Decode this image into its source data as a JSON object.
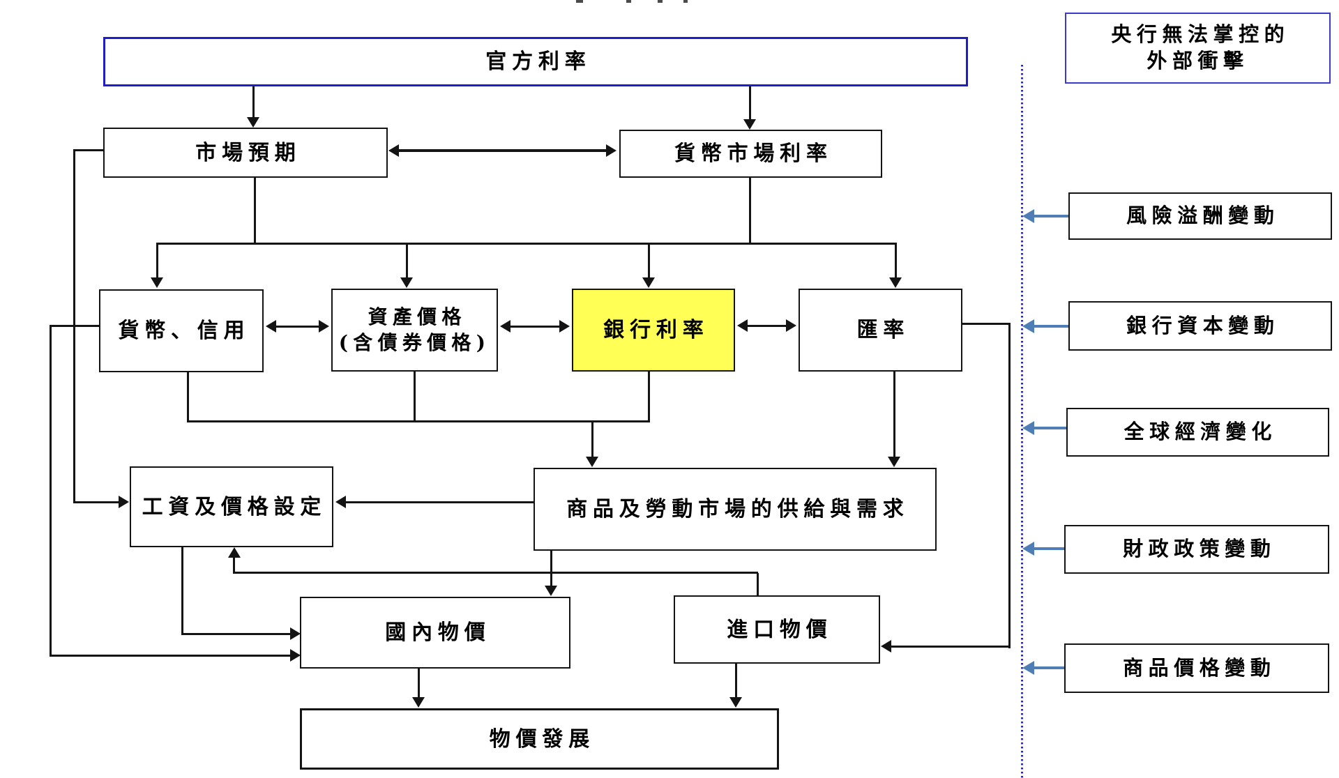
{
  "colors": {
    "line": "#141414",
    "official_rate_border": "#1d1dc9",
    "shocks_header_border": "#3a3acc",
    "highlight_fill": "#ffff55",
    "shock_arrow": "#4f7db5",
    "dotted_line": "#2b2bbf"
  },
  "diagram": {
    "nodes": {
      "official_rate": {
        "label": "官方利率"
      },
      "market_expectations": {
        "label": "市場預期"
      },
      "money_market_rate": {
        "label": "貨幣市場利率"
      },
      "money_credit": {
        "label": "貨幣、信用"
      },
      "asset_prices": {
        "label": "資產價格\n(含債券價格)"
      },
      "bank_rates": {
        "label": "銀行利率"
      },
      "exchange_rate": {
        "label": "匯率"
      },
      "wage_price_setting": {
        "label": "工資及價格設定"
      },
      "goods_labour_supply_demand": {
        "label": "商品及勞動市場的供給與需求"
      },
      "domestic_prices": {
        "label": "國內物價"
      },
      "import_prices": {
        "label": "進口物價"
      },
      "price_developments": {
        "label": "物價發展"
      }
    },
    "external_shocks": {
      "header": {
        "label": "央行無法掌控的\n外部衝擊"
      },
      "items": [
        {
          "label": "風險溢酬變動"
        },
        {
          "label": "銀行資本變動"
        },
        {
          "label": "全球經濟變化"
        },
        {
          "label": "財政政策變動"
        },
        {
          "label": "商品價格變動"
        }
      ]
    }
  }
}
